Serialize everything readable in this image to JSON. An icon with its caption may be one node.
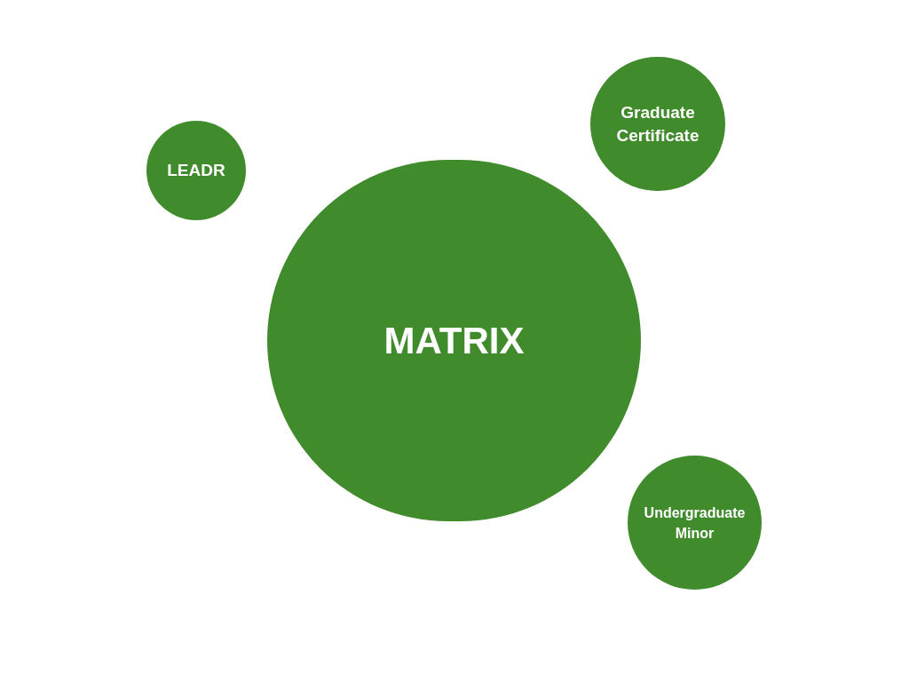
{
  "diagram": {
    "nodes": [
      {
        "text": [
          "LEADR"
        ]
      },
      {
        "text": [
          "Graduate Certificate"
        ]
      },
      {
        "text": [
          "MATRIX"
        ]
      },
      {
        "text": [
          "Undergraduate Minor"
        ]
      }
    ]
  }
}
